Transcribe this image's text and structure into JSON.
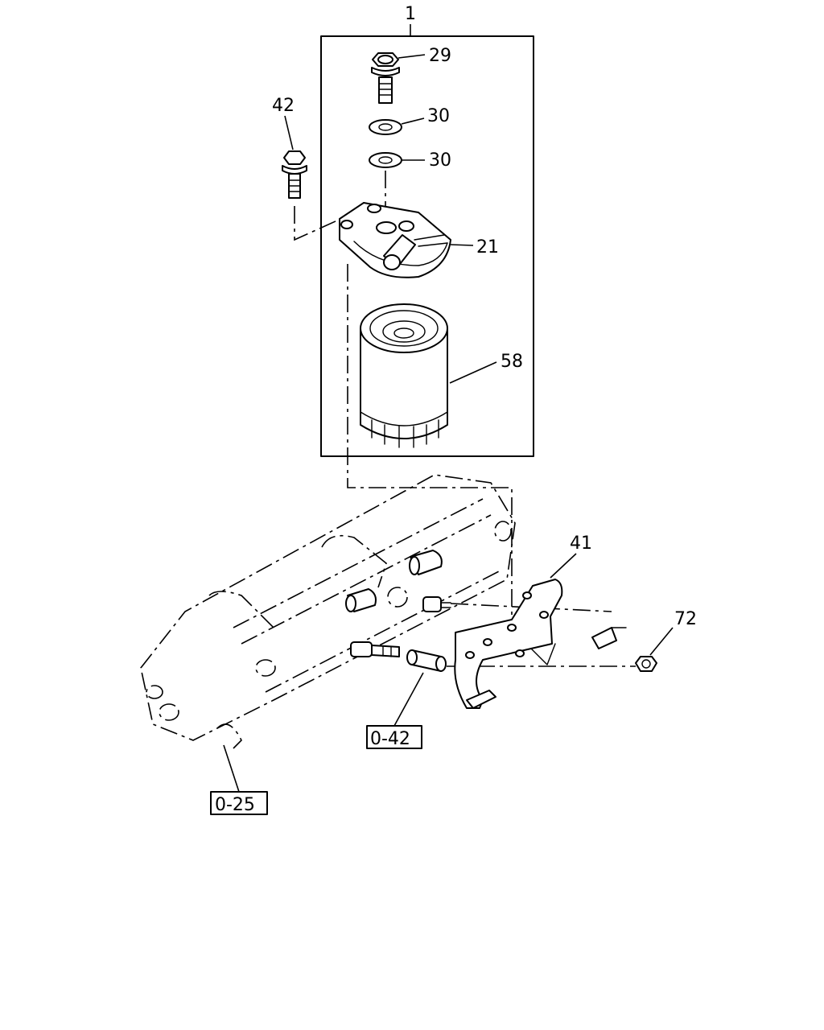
{
  "callouts": {
    "assembly": "1",
    "bolt_top": "29",
    "washer_upper": "30",
    "washer_lower": "30",
    "bolt_side": "42",
    "filter_head": "21",
    "filter_element": "58",
    "bracket": "41",
    "nut": "72"
  },
  "references": {
    "ref_manifold": "0-25",
    "ref_stud": "0-42"
  }
}
